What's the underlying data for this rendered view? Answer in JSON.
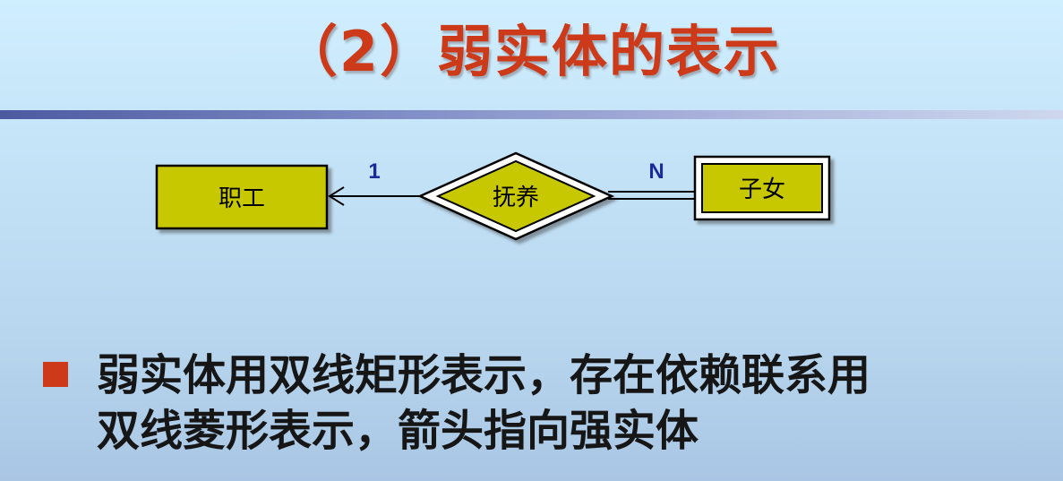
{
  "title": "（2）弱实体的表示",
  "diagram": {
    "strong_entity": "职工",
    "relationship": "抚养",
    "weak_entity": "子女",
    "cardinality_left": "1",
    "cardinality_right": "N"
  },
  "bullet": {
    "line1": "弱实体用双线矩形表示，存在依赖联系用",
    "line2": "双线菱形表示，箭头指向强实体"
  },
  "colors": {
    "title": "#cc3a1a",
    "entity_fill": "#c8c800",
    "cardinality": "#1a2a9a",
    "bullet_square": "#cc3a1a"
  }
}
